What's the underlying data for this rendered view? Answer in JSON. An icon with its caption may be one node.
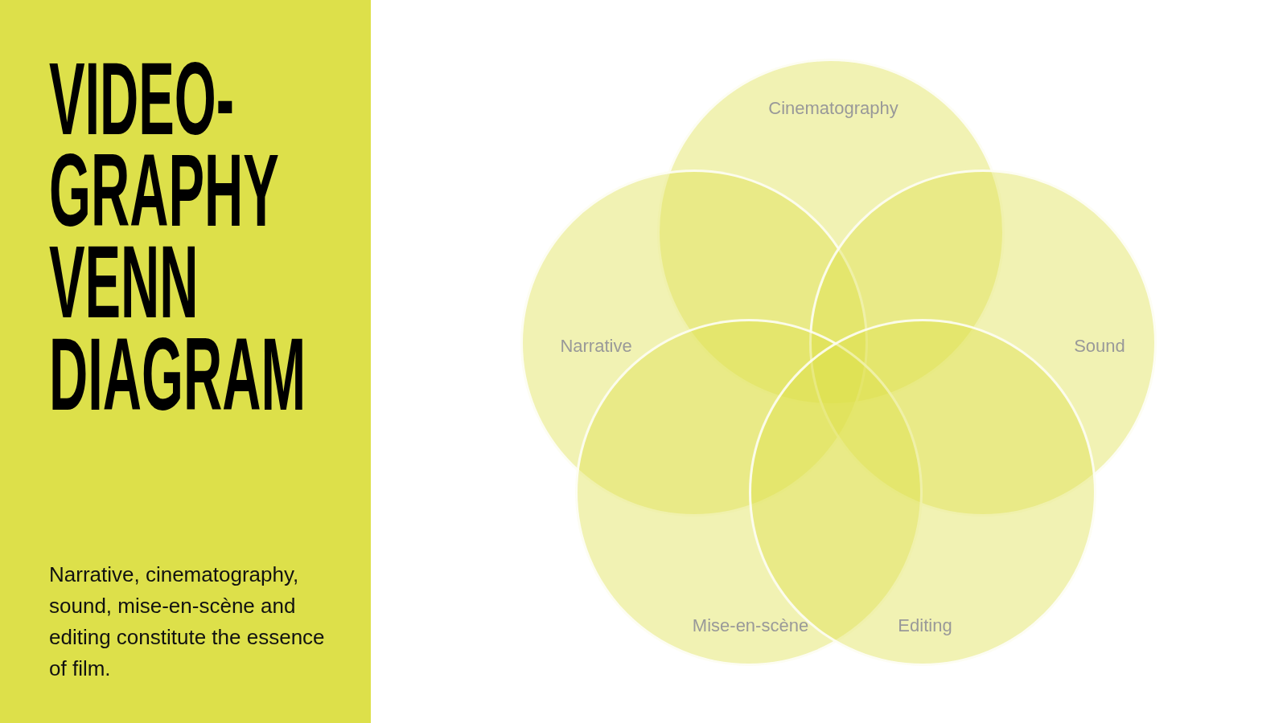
{
  "diagram": {
    "title": "VIDEO- GRAPHY VENN DIAGRAM",
    "caption": "Narrative, cinematography, sound, mise-en-scène and editing constitute the essence of film.",
    "nodes": [
      {
        "text": [
          "Cinematography"
        ]
      },
      {
        "text": [
          "Narrative"
        ]
      },
      {
        "text": [
          "Sound"
        ]
      },
      {
        "text": [
          "Mise-en-scène"
        ]
      },
      {
        "text": [
          "Editing"
        ]
      }
    ]
  }
}
